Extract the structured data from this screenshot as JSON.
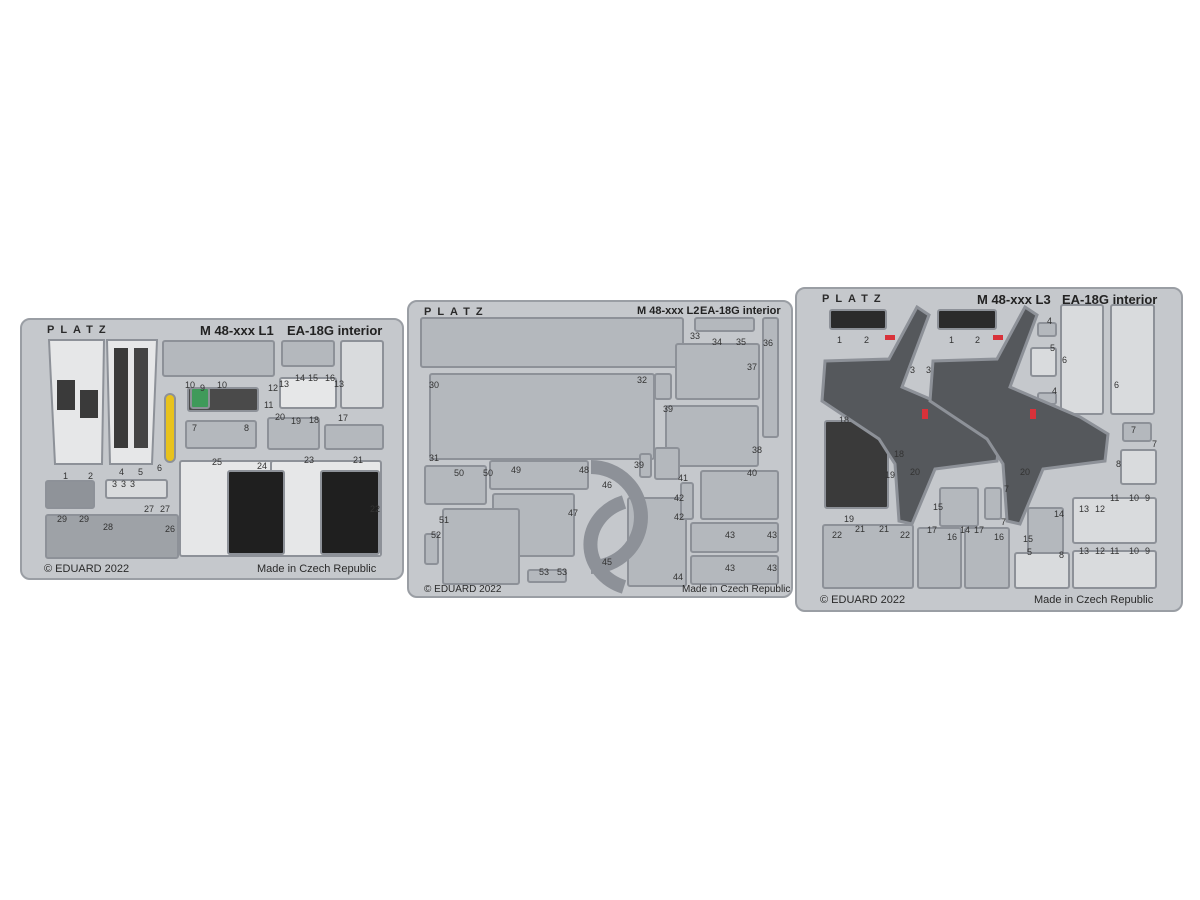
{
  "frets": [
    {
      "brand": "PLATZ",
      "code": "M 48-xxx L1",
      "title": "EA-18G interior",
      "copyright": "© EDUARD 2022",
      "origin": "Made in Czech Republic",
      "part_numbers": [
        "1",
        "2",
        "4",
        "5",
        "6",
        "3",
        "3",
        "3",
        "27",
        "27",
        "29",
        "29",
        "28",
        "26",
        "10",
        "9",
        "10",
        "12",
        "11",
        "7",
        "8",
        "14",
        "15",
        "16",
        "13",
        "13",
        "17",
        "20",
        "19",
        "18",
        "23",
        "21",
        "25",
        "24",
        "22"
      ]
    },
    {
      "brand": "PLATZ",
      "code": "M 48-xxx L2",
      "title": "EA-18G interior",
      "copyright": "© EDUARD 2022",
      "origin": "Made in Czech Republic",
      "part_numbers": [
        "33",
        "34",
        "35",
        "36",
        "37",
        "32",
        "30",
        "31",
        "39",
        "38",
        "39",
        "41",
        "40",
        "50",
        "50",
        "49",
        "48",
        "46",
        "47",
        "42",
        "42",
        "51",
        "52",
        "43",
        "43",
        "43",
        "43",
        "45",
        "44",
        "53",
        "53"
      ]
    },
    {
      "brand": "PLATZ",
      "code": "M 48-xxx L3",
      "title": "EA-18G interior",
      "copyright": "© EDUARD 2022",
      "origin": "Made in Czech Republic",
      "part_numbers": [
        "1",
        "2",
        "1",
        "2",
        "4",
        "5",
        "6",
        "6",
        "4",
        "3",
        "3",
        "18",
        "18",
        "19",
        "19",
        "20",
        "20",
        "7",
        "7",
        "8",
        "7",
        "7",
        "15",
        "14",
        "17",
        "17",
        "16",
        "16",
        "22",
        "22",
        "21",
        "21",
        "14",
        "15",
        "13",
        "12",
        "11",
        "10",
        "9",
        "13",
        "12",
        "11",
        "10",
        "9",
        "5",
        "8"
      ]
    }
  ],
  "colors": {
    "fret": "#c5c8cc",
    "border": "#9a9ea4",
    "panel_dark": "#2b2b2b",
    "seat_grey": "#55585c",
    "strap_olive": "#7d8a2a",
    "strap_blue": "#4a6f9e",
    "instrument_green": "#3f9a5a",
    "warning_red": "#d8323a",
    "handle_yellow": "#e8c21c"
  }
}
